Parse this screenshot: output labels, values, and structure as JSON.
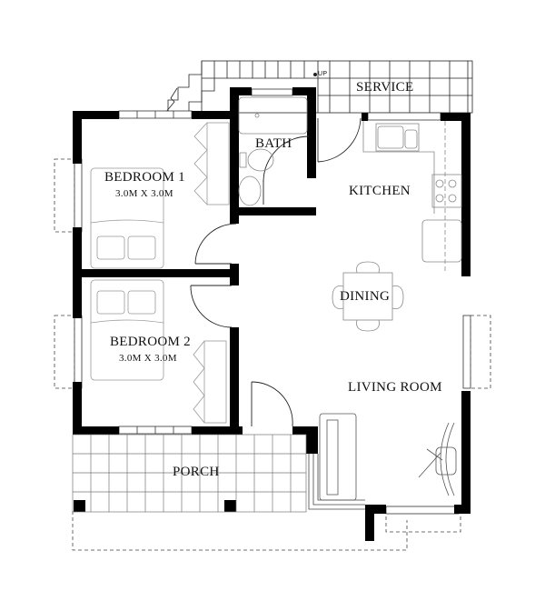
{
  "plan": {
    "rooms": [
      {
        "id": "bedroom1",
        "label": "BEDROOM 1",
        "dimensions": "3.0M X 3.0M"
      },
      {
        "id": "bedroom2",
        "label": "BEDROOM 2",
        "dimensions": "3.0M X 3.0M"
      },
      {
        "id": "bath",
        "label": "BATH"
      },
      {
        "id": "service",
        "label": "SERVICE"
      },
      {
        "id": "kitchen",
        "label": "KITCHEN"
      },
      {
        "id": "dining",
        "label": "DINING"
      },
      {
        "id": "living",
        "label": "LIVING ROOM"
      },
      {
        "id": "porch",
        "label": "PORCH"
      }
    ],
    "annotations": {
      "stair_up": "UP"
    },
    "colors": {
      "wall": "#000000",
      "line": "#1a1a1a",
      "furniture": "#9a9a9a",
      "background": "#ffffff"
    }
  }
}
